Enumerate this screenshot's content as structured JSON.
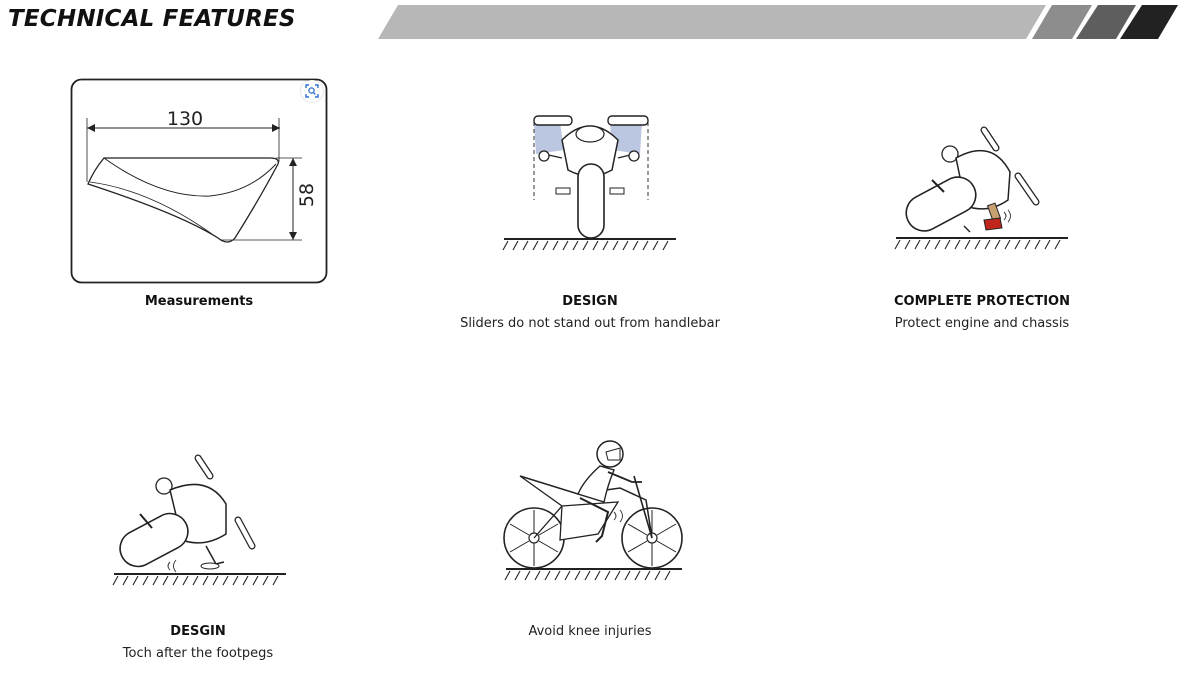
{
  "header": {
    "title": "TECHNICAL FEATURES"
  },
  "features": [
    {
      "title": "Measurements",
      "text": "",
      "dim_width": "130",
      "dim_height": "58"
    },
    {
      "title": "DESIGN",
      "text": "Sliders do not stand out from handlebar"
    },
    {
      "title": "COMPLETE PROTECTION",
      "text": "Protect engine and chassis"
    },
    {
      "title": "DESGIN",
      "text": "Toch after the footpegs"
    },
    {
      "title": "",
      "text": "Avoid knee injuries"
    }
  ],
  "colors": {
    "banner_light": "#b7b7b7",
    "banner_mid": "#8d8d8d",
    "banner_dark": "#5e5e5e",
    "banner_black": "#222222",
    "slider_blue": "#aab8d8",
    "accent_red": "#c0261c"
  }
}
